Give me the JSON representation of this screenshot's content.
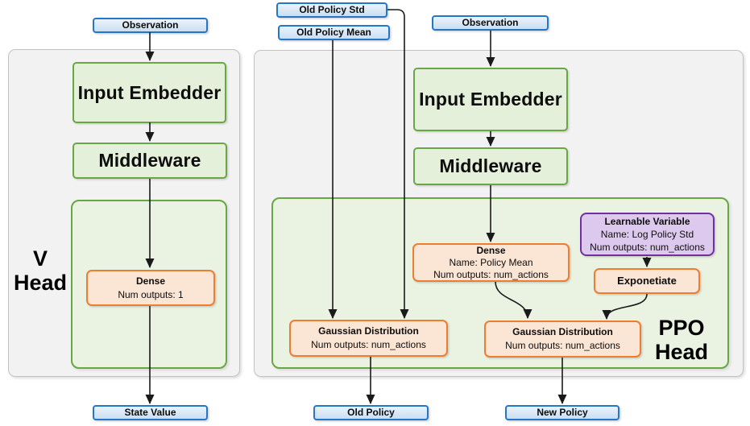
{
  "diagram_title": "PPO actor-critic network architecture",
  "palette": {
    "blue_border": "#2277c9",
    "blue_fill": "#d8e8f7",
    "green_border": "#67a744",
    "green_fill": "#e5f0db",
    "group_fill": "#eaf2e1",
    "orange_border": "#ed7d31",
    "orange_fill": "#fbe5d4",
    "purple_border": "#7030a0",
    "purple_fill": "#dec9ee",
    "panel_fill": "#f2f2f2",
    "arrow_color": "#1a1a1a"
  },
  "v_head": {
    "title_line1": "V",
    "title_line2": "Head",
    "input": "Observation",
    "input_embedder": "Input Embedder",
    "middleware": "Middleware",
    "dense": {
      "title": "Dense",
      "line2": "Num outputs: 1"
    },
    "output": "State Value"
  },
  "ppo_head": {
    "title_line1": "PPO",
    "title_line2": "Head",
    "old_policy_std": "Old Policy Std",
    "old_policy_mean": "Old Policy Mean",
    "input": "Observation",
    "input_embedder": "Input Embedder",
    "middleware": "Middleware",
    "dense": {
      "title": "Dense",
      "line2": "Name: Policy Mean",
      "line3": "Num outputs: num_actions"
    },
    "learnable_variable": {
      "title": "Learnable Variable",
      "line2": "Name: Log Policy Std",
      "line3": "Num outputs: num_actions"
    },
    "exponentiate": "Exponetiate",
    "gaussian_old": {
      "title": "Gaussian Distribution",
      "line2": "Num outputs: num_actions"
    },
    "gaussian_new": {
      "title": "Gaussian Distribution",
      "line2": "Num outputs: num_actions"
    },
    "output_old": "Old Policy",
    "output_new": "New Policy"
  }
}
